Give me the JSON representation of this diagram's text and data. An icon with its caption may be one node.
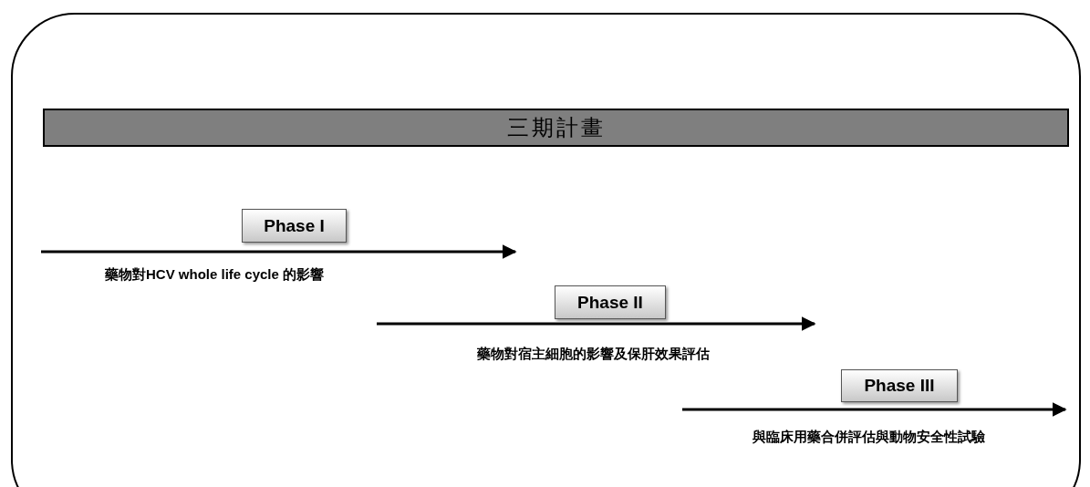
{
  "diagram": {
    "nodes": [
      {
        "text": [],
        "shape": "box"
      },
      {
        "text": [
          "三期計畫"
        ],
        "in": 0
      },
      {
        "text": [
          "Phase I"
        ],
        "in": 0,
        "beside": [
          "藥物對HCV whole life cycle 的影響"
        ]
      },
      {
        "text": [
          "Phase II"
        ],
        "in": 0,
        "beside": [
          "藥物對宿主細胞的影響及保肝效果評估"
        ]
      },
      {
        "text": [
          "Phase III"
        ],
        "in": 0,
        "beside": [
          "與臨床用藥合併評估與動物安全性試驗"
        ]
      }
    ]
  }
}
